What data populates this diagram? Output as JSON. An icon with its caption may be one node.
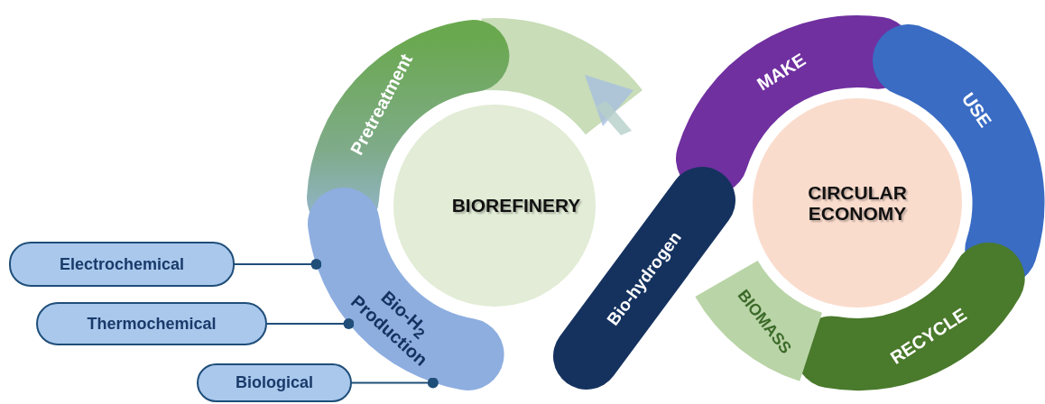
{
  "diagram": {
    "nodes": [
      {
        "text": [
          "BIOREFINERY"
        ]
      },
      {
        "text": [
          "Pretreatment"
        ]
      },
      {
        "text": [
          "Bio-H$_{2}$ Production"
        ]
      },
      {
        "text": [
          "Bio-hydrogen"
        ]
      },
      {
        "text": [
          "CIRCULAR ECONOMY"
        ]
      },
      {
        "text": [
          "MAKE"
        ]
      },
      {
        "text": [
          "USE"
        ]
      },
      {
        "text": [
          "RECYCLE"
        ]
      },
      {
        "text": [
          "BIOMASS"
        ]
      },
      {
        "text": [
          "Electrochemical"
        ]
      },
      {
        "text": [
          "Thermochemical"
        ]
      },
      {
        "text": [
          "Biological"
        ]
      }
    ],
    "edges": [
      {
        "from": 9,
        "to": 2,
        "arrow": "other"
      },
      {
        "from": 10,
        "to": 2,
        "arrow": "other"
      },
      {
        "from": 11,
        "to": 2,
        "arrow": "other"
      }
    ]
  }
}
